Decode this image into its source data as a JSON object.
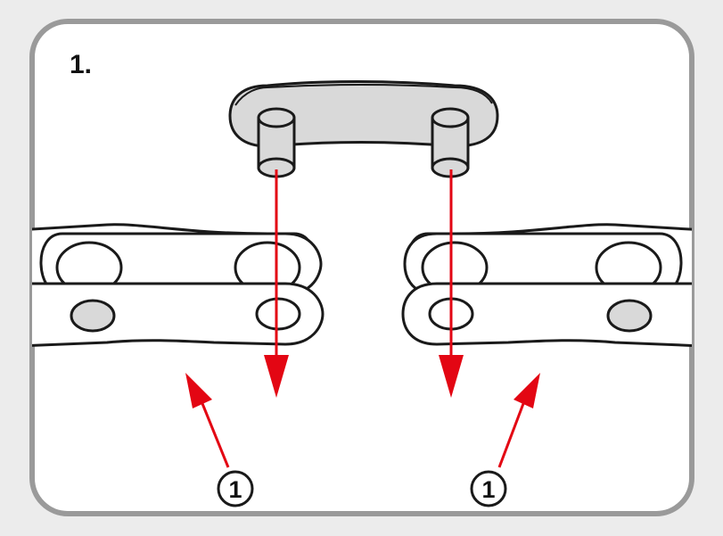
{
  "step": {
    "number": "1."
  },
  "callouts": [
    {
      "label": "1"
    },
    {
      "label": "1"
    }
  ],
  "colors": {
    "background": "#ececec",
    "frame_border": "#9a9a9a",
    "frame_fill": "#ffffff",
    "chain_fill": "#ffffff",
    "link_plate_fill": "#d9d9d9",
    "outline": "#1a1a1a",
    "arrow": "#e30613"
  },
  "illustration": {
    "connector_link": "gray-master-link-icon",
    "left_chain": "chain-segment-icon",
    "right_chain": "chain-segment-icon"
  }
}
